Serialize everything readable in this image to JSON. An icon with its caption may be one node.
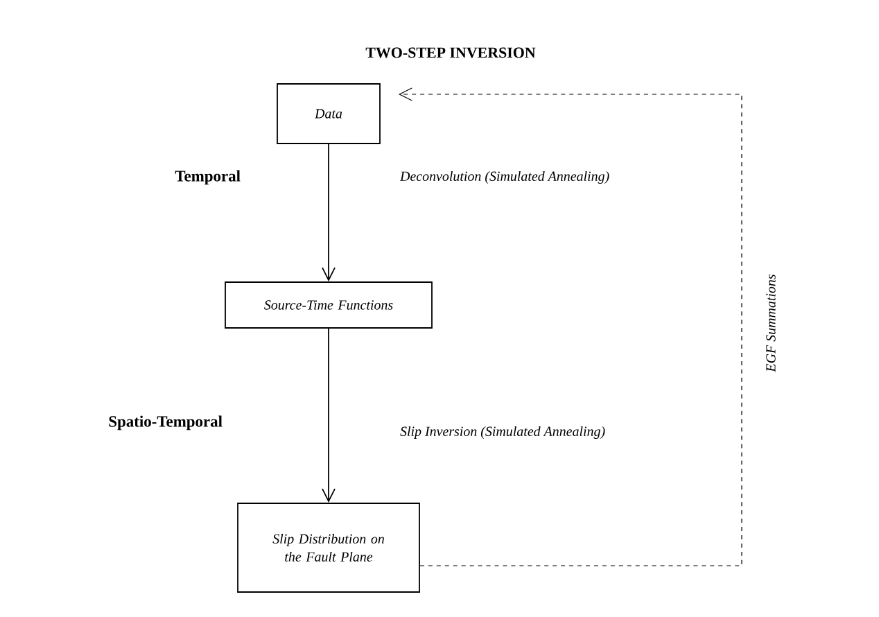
{
  "diagram": {
    "title": "TWO-STEP INVERSION",
    "nodes": [
      {
        "text": [
          "Data"
        ]
      },
      {
        "text": [
          "Source-Time Functions"
        ]
      },
      {
        "text": [
          "Slip Distribution on the Fault Plane"
        ]
      }
    ],
    "edges": [
      {
        "from": 0,
        "to": 1,
        "arrow": "to"
      },
      {
        "from": 1,
        "to": 2,
        "arrow": "to"
      },
      {
        "from": 2,
        "to": 0,
        "arrow": "to",
        "style": "dashed",
        "label": "EGF Summations"
      }
    ],
    "labels": [
      "Temporal",
      "Deconvolution (Simulated Annealing)",
      "Spatio-Temporal",
      "Slip Inversion (Simulated Annealing)"
    ]
  }
}
